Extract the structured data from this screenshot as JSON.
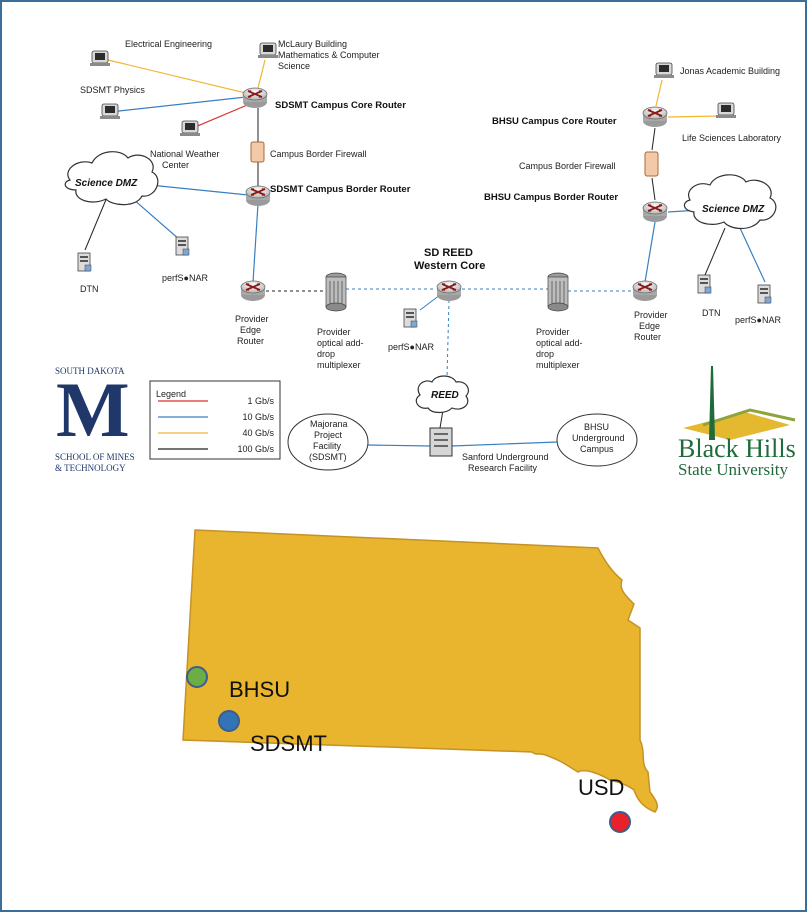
{
  "diagram": {
    "sdsmt": {
      "electrical_engineering": "Electrical Engineering",
      "mclaury_line1": "McLaury Building",
      "mclaury_line2": "Mathematics & Computer",
      "mclaury_line3": "Science",
      "physics": "SDSMT Physics",
      "core_router": "SDSMT Campus Core Router",
      "weather_line1": "National Weather",
      "weather_line2": "Center",
      "firewall": "Campus Border Firewall",
      "border_router": "SDSMT Campus Border Router",
      "science_dmz": "Science DMZ",
      "dtn": "DTN",
      "perfsonar": "perfS●NAR",
      "pe_line1": "Provider",
      "pe_line2": "Edge",
      "pe_line3": "Router",
      "oadm_line1": "Provider",
      "oadm_line2": "optical add-",
      "oadm_line3": "drop",
      "oadm_line4": "multiplexer"
    },
    "reed": {
      "core_line1": "SD REED",
      "core_line2": "Western Core",
      "perfsonar": "perfS●NAR",
      "cloud": "REED",
      "sanford_line1": "Sanford Underground",
      "sanford_line2": "Research Facility",
      "majorana_line1": "Majorana",
      "majorana_line2": "Project",
      "majorana_line3": "Facility",
      "majorana_line4": "(SDSMT)",
      "bhsu_ug_line1": "BHSU",
      "bhsu_ug_line2": "Underground",
      "bhsu_ug_line3": "Campus"
    },
    "bhsu": {
      "jonas": "Jonas Academic Building",
      "core_router": "BHSU Campus Core Router",
      "life_sciences": "Life Sciences Laboratory",
      "firewall": "Campus Border Firewall",
      "border_router": "BHSU Campus Border Router",
      "science_dmz": "Science DMZ",
      "dtn": "DTN",
      "perfsonar": "perfS●NAR",
      "pe_line1": "Provider",
      "pe_line2": "Edge",
      "pe_line3": "Router",
      "oadm_line1": "Provider",
      "oadm_line2": "optical add-",
      "oadm_line3": "drop",
      "oadm_line4": "multiplexer"
    },
    "legend": {
      "title": "Legend",
      "items": [
        {
          "label": "1 Gb/s",
          "color": "#d9312b"
        },
        {
          "label": "10 Gb/s",
          "color": "#3a7fc1"
        },
        {
          "label": "40 Gb/s",
          "color": "#f2b632"
        },
        {
          "label": "100 Gb/s",
          "color": "#222222"
        }
      ]
    },
    "logos": {
      "sdsmt_top": "SOUTH DAKOTA",
      "sdsmt_letter": "M",
      "sdsmt_line1": "SCHOOL OF MINES",
      "sdsmt_line2": "& TECHNOLOGY",
      "bhsu_line1": "Black Hills",
      "bhsu_line2": "State University"
    }
  },
  "map": {
    "fill_color": "#eab52e",
    "points": [
      {
        "label": "BHSU",
        "color": "#6cad45"
      },
      {
        "label": "SDSMT",
        "color": "#3373b8"
      },
      {
        "label": "USD",
        "color": "#e8212a"
      }
    ]
  },
  "colors": {
    "link_1g": "#d9312b",
    "link_10g": "#3a7fc1",
    "link_40g": "#f2b632",
    "link_100g": "#222222",
    "frame": "#3b6e99"
  }
}
